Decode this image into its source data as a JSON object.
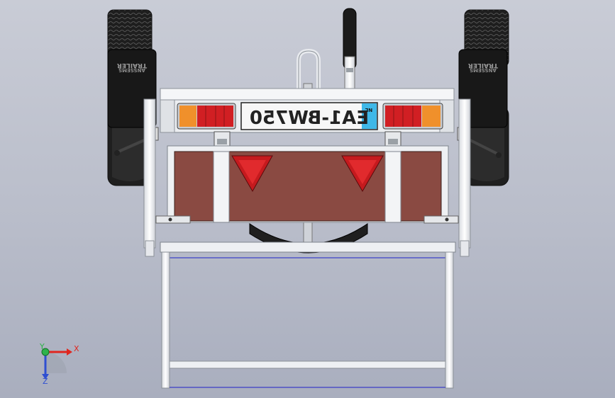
{
  "plate": {
    "text": "EA1-BW750",
    "country": "NL"
  },
  "mudguard": {
    "brand_left": "TRAILER",
    "brand_right": "TRAILER"
  },
  "triad": {
    "x_label": "X",
    "y_label": "Y",
    "z_label": "Z"
  },
  "colors": {
    "panel": "#8a4a42",
    "frame": "#e9ecef",
    "steel": "#cfd3d8",
    "tire": "#1c1c1c",
    "light_red": "#d51f22",
    "light_amber": "#f2952c",
    "plate_blue": "#3fb8e8",
    "triad_x": "#e0261f",
    "triad_y": "#2eb34a",
    "triad_z": "#2f4fd1"
  }
}
